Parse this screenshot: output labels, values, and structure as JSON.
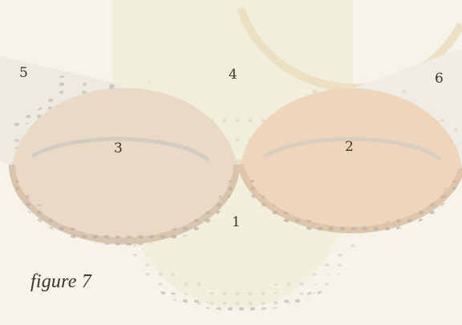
{
  "diagram": {
    "caption": "figure 7",
    "pieces": [
      {
        "id": "5",
        "label": "5",
        "color": "#e9e3d6"
      },
      {
        "id": "4",
        "label": "4",
        "color": "#eee9d2"
      },
      {
        "id": "6",
        "label": "6",
        "color": "#e9e6dc"
      },
      {
        "id": "3",
        "label": "3",
        "color": "#e8d6c0"
      },
      {
        "id": "2",
        "label": "2",
        "color": "#ecd4ba"
      },
      {
        "id": "1",
        "label": "1",
        "color": "#efecd6"
      }
    ]
  }
}
